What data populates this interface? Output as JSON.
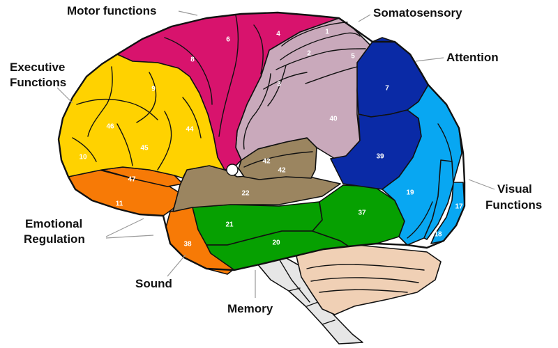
{
  "labels": {
    "motor": "Motor functions",
    "somatosensory": "Somatosensory",
    "attention": "Attention",
    "executive": [
      "Executive",
      "Functions"
    ],
    "visual": [
      "Visual",
      "Functions"
    ],
    "emotional": [
      "Emotional",
      "Regulation"
    ],
    "sound": "Sound",
    "memory": "Memory"
  },
  "areas": {
    "a1": "1",
    "a2": "2",
    "a3": "3",
    "a4": "4",
    "a5": "5",
    "a6": "6",
    "a7": "7",
    "a8": "8",
    "a9": "9",
    "a10": "10",
    "a11": "11",
    "a17": "17",
    "a18": "18",
    "a19": "19",
    "a20": "20",
    "a21": "21",
    "a22": "22",
    "a37": "37",
    "a38": "38",
    "a39": "39",
    "a40": "40",
    "a42a": "42",
    "a42b": "42",
    "a44": "44",
    "a45": "45",
    "a46": "46",
    "a47": "47"
  },
  "colors": {
    "motor": "#d8136d",
    "somatosensory": "#c9a9bb",
    "attention": "#0a2aa6",
    "visual": "#08a7f2",
    "executive": "#ffd200",
    "emotional": "#f77a06",
    "auditory": "#9b8560",
    "temporal": "#06a001",
    "cerebellum": "#f0d0b5",
    "brainstem": "#e6e6e6"
  }
}
